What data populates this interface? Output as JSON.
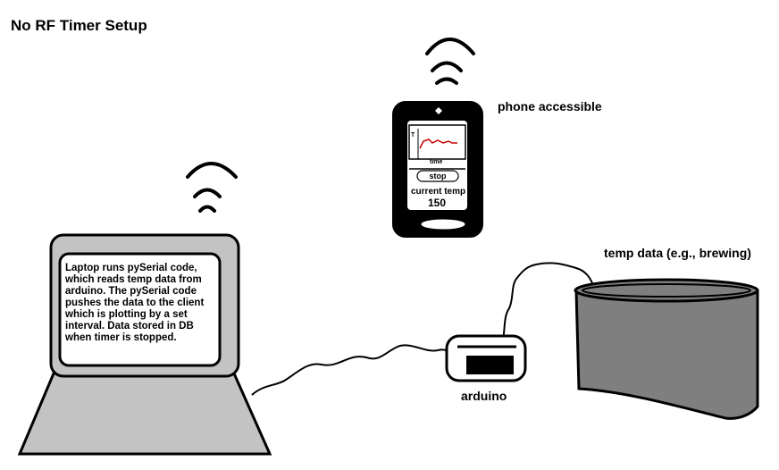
{
  "title": "No RF Timer Setup",
  "phone": {
    "label": "phone accessible",
    "chart_y_label": "T",
    "chart_x_label": "time",
    "button_label": "stop",
    "current_label": "current temp",
    "current_value": "150"
  },
  "laptop": {
    "note": "Laptop runs pySerial code, which reads temp data from arduino. The pySerial code pushes the data to the client which is plotting by a set interval. Data stored in DB when timer is stopped."
  },
  "arduino": {
    "label": "arduino"
  },
  "vessel": {
    "label": "temp data (e.g., brewing)"
  },
  "colors": {
    "laptop_body": "#c3c3c3",
    "line": "#000000",
    "plot_line": "#c80000",
    "background": "#ffffff"
  },
  "icons": [
    "wifi-icon",
    "wifi-icon"
  ]
}
